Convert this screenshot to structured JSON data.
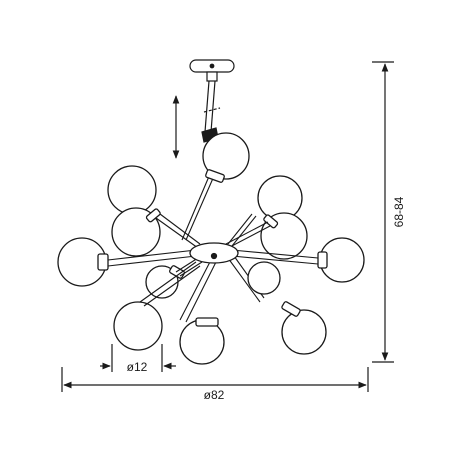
{
  "dimensions": {
    "height": "68-84",
    "diameter": "ø82",
    "globe_diameter": "ø12"
  },
  "colors": {
    "line": "#1a1a1a",
    "globe_fill": "#ffffff",
    "background": "#ffffff"
  }
}
